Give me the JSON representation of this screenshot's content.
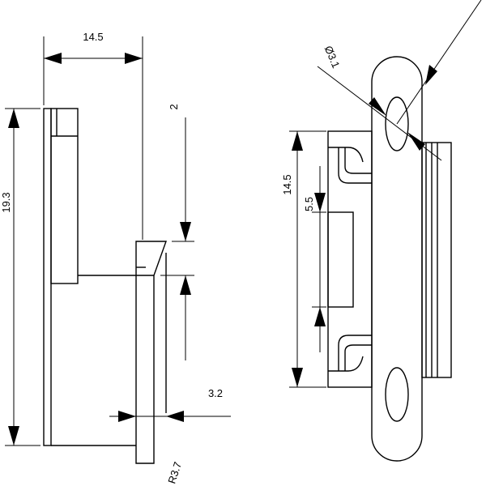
{
  "dimensions": {
    "width": "14.5",
    "height": "19.3",
    "slot": "2",
    "thickness": "3.2",
    "radius": "R3.7",
    "hole": "Ø3.1",
    "body_height": "14.5",
    "center_gap": "5.5"
  }
}
